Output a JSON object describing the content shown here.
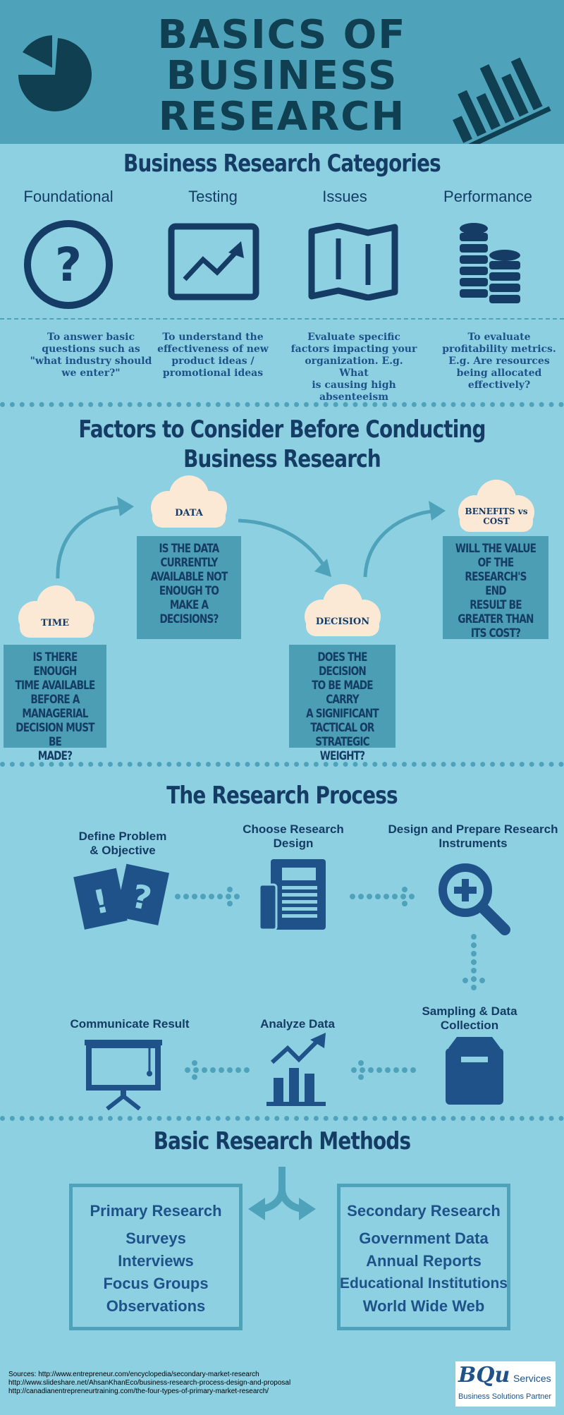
{
  "header": {
    "title_lines": [
      "BASICS OF",
      "BUSINESS",
      "RESEARCH"
    ]
  },
  "categories": {
    "title": "Business Research Categories",
    "items": [
      {
        "label": "Foundational",
        "icon": "question-circle-icon",
        "desc": [
          "To answer basic",
          "questions such as",
          "\"what industry should",
          "we enter?\""
        ]
      },
      {
        "label": "Testing",
        "icon": "trend-chart-icon",
        "desc": [
          "To understand the",
          "effectiveness of new",
          "product ideas /",
          "promotional ideas"
        ]
      },
      {
        "label": "Issues",
        "icon": "map-icon",
        "desc": [
          "Evaluate specific",
          "factors impacting your",
          "organization. E.g. What",
          "is causing high",
          "absenteeism"
        ]
      },
      {
        "label": "Performance",
        "icon": "coins-stack-icon",
        "desc": [
          "To evaluate",
          "profitability metrics.",
          "E.g. Are resources",
          "being allocated",
          "effectively?"
        ]
      }
    ]
  },
  "factors": {
    "title_lines": [
      "Factors to Consider Before Conducting",
      "Business Research"
    ],
    "items": [
      {
        "label": "TIME",
        "text": [
          "IS THERE ENOUGH",
          "TIME AVAILABLE",
          "BEFORE A",
          "MANAGERIAL",
          "DECISION MUST BE",
          "MADE?"
        ]
      },
      {
        "label": "DATA",
        "text": [
          "IS THE DATA",
          "CURRENTLY",
          "AVAILABLE NOT",
          "ENOUGH TO",
          "MAKE A",
          "DECISIONS?"
        ]
      },
      {
        "label": "DECISION",
        "text": [
          "DOES THE DECISION",
          "TO BE MADE CARRY",
          "A SIGNIFICANT",
          "TACTICAL OR",
          "STRATEGIC",
          "WEIGHT?"
        ]
      },
      {
        "label": "BENEFITS vs COST",
        "text": [
          "WILL THE VALUE",
          "OF THE",
          "RESEARCH'S END",
          "RESULT BE",
          "GREATER THAN",
          "ITS COST?"
        ]
      }
    ]
  },
  "process": {
    "title": "The Research Process",
    "steps": [
      {
        "label": [
          "Define Problem",
          "& Objective"
        ],
        "icon": "exclamation-question-cards-icon"
      },
      {
        "label": [
          "Choose Research",
          "Design"
        ],
        "icon": "document-icon"
      },
      {
        "label": [
          "Design and Prepare Research",
          "Instruments"
        ],
        "icon": "magnifier-plus-icon"
      },
      {
        "label": [
          "Sampling & Data",
          "Collection"
        ],
        "icon": "file-drawer-icon"
      },
      {
        "label": [
          "Analyze Data"
        ],
        "icon": "bar-chart-arrow-icon"
      },
      {
        "label": [
          "Communicate Result"
        ],
        "icon": "projector-screen-icon"
      }
    ]
  },
  "methods": {
    "title": "Basic Research Methods",
    "primary": {
      "title": "Primary Research",
      "items": [
        "Surveys",
        "Interviews",
        "Focus Groups",
        "Observations"
      ]
    },
    "secondary": {
      "title": "Secondary Research",
      "items": [
        "Government Data",
        "Annual Reports",
        "Educational Institutions",
        "World Wide Web"
      ]
    }
  },
  "sources": {
    "prefix": "Sources:",
    "lines": [
      "http://www.entrepreneur.com/encyclopedia/secondary-market-research",
      "http://www.slideshare.net/AhsanKhanEco/business-research-process-design-and-proposal",
      "http://canadianentrepreneurtraining.com/the-four-types-of-primary-market-research/"
    ]
  },
  "logo": {
    "mark": "BQu",
    "word": "Services",
    "tagline": "Business Solutions Partner"
  },
  "colors": {
    "background": "#8dd0e2",
    "header": "#4ea3ba",
    "dark": "#153c64",
    "accent": "#1e5288",
    "cloud": "#fbe9d6"
  }
}
